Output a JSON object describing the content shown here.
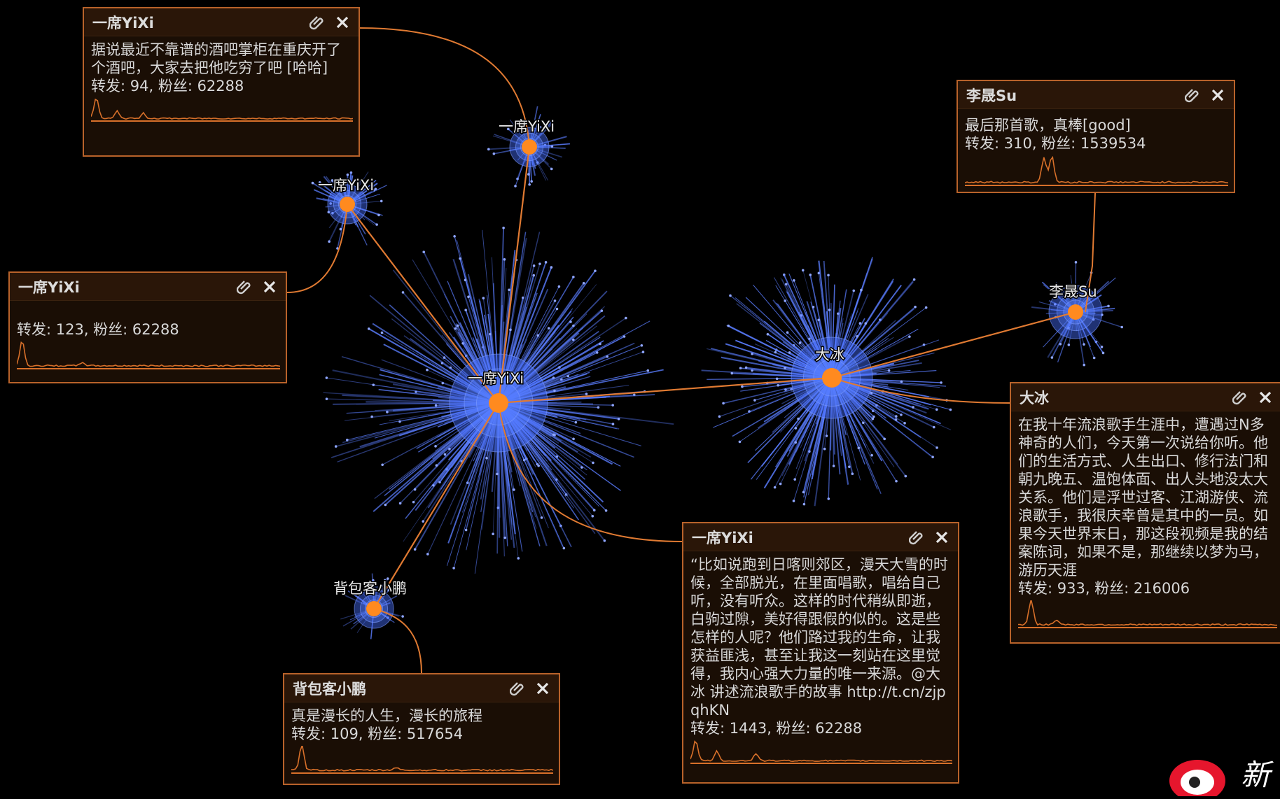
{
  "graph": {
    "nodes": [
      {
        "id": "n_main",
        "label": "一席YiXi"
      },
      {
        "id": "n_dabing",
        "label": "大冰"
      },
      {
        "id": "n_top",
        "label": "一席YiXi"
      },
      {
        "id": "n_left",
        "label": "一席YiXi"
      },
      {
        "id": "n_lisu",
        "label": "李晟Su"
      },
      {
        "id": "n_backpack",
        "label": "背包客小鹏"
      }
    ]
  },
  "panels": [
    {
      "id": "p1",
      "title": "一席YiXi",
      "text": "据说最近不靠谱的酒吧掌柜在重庆开了个酒吧，大家去把他吃穷了吧 [哈哈]",
      "stats": "转发: 94, 粉丝: 62288",
      "close_icon": "close-icon",
      "clip_icon": "attachment-icon"
    },
    {
      "id": "p2",
      "title": "一席YiXi",
      "text": "",
      "stats": "转发: 123, 粉丝: 62288",
      "close_icon": "close-icon",
      "clip_icon": "attachment-icon"
    },
    {
      "id": "p3",
      "title": "李晟Su",
      "text": "最后那首歌，真棒[good]",
      "stats": "转发: 310, 粉丝: 1539534",
      "close_icon": "close-icon",
      "clip_icon": "attachment-icon"
    },
    {
      "id": "p4",
      "title": "大冰",
      "text": "在我十年流浪歌手生涯中，遭遇过N多神奇的人们，今天第一次说给你听。他们的生活方式、人生出口、修行法门和朝九晚五、温饱体面、出人头地没太大关系。他们是浮世过客、江湖游侠、流浪歌手，我很庆幸曾是其中的一员。如果今天世界末日，那这段视频是我的结案陈词，如果不是，那继续以梦为马，游历天涯",
      "stats": "转发: 933, 粉丝: 216006",
      "close_icon": "close-icon",
      "clip_icon": "attachment-icon"
    },
    {
      "id": "p5",
      "title": "一席YiXi",
      "text": "“比如说跑到日喀则郊区，漫天大雪的时候，全部脱光，在里面唱歌，唱给自己听，没有听众。这样的时代稍纵即逝，白驹过隙，美好得跟假的似的。这是些怎样的人呢？他们路过我的生命，让我获益匪浅，甚至让我这一刻站在这里觉得，我内心强大力量的唯一来源。@大冰 讲述流浪歌手的故事 http://t.cn/zjpqhKN",
      "stats": "转发: 1443, 粉丝: 62288",
      "close_icon": "close-icon",
      "clip_icon": "attachment-icon"
    },
    {
      "id": "p6",
      "title": "背包客小鹏",
      "text": "真是漫长的人生，漫长的旅程",
      "stats": "转发: 109, 粉丝: 517654",
      "close_icon": "close-icon",
      "clip_icon": "attachment-icon"
    }
  ],
  "colors": {
    "node": "#ff8a1f",
    "ray": "#5a7dff",
    "edge": "#e07a32",
    "panel_border": "#b8622a",
    "spark": "#d8702a"
  },
  "logo": {
    "text": "新"
  }
}
